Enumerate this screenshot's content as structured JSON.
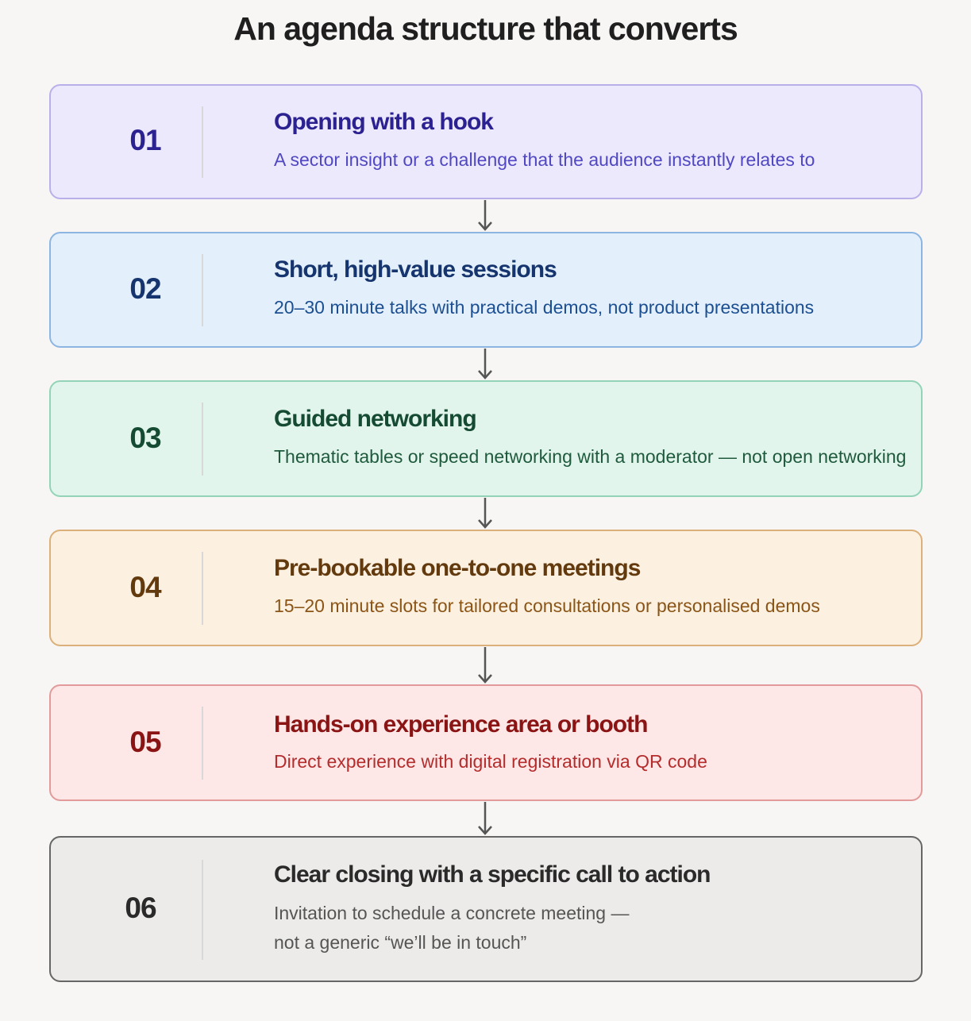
{
  "title": "An agenda structure that converts",
  "steps": [
    {
      "number": "01",
      "heading": "Opening with a hook",
      "description": "A sector insight or a challenge that the audience instantly relates to"
    },
    {
      "number": "02",
      "heading": "Short, high-value sessions",
      "description": "20–30 minute talks with practical demos, not product presentations"
    },
    {
      "number": "03",
      "heading": "Guided networking",
      "description": "Thematic tables or speed networking with a moderator — not open networking"
    },
    {
      "number": "04",
      "heading": "Pre-bookable one-to-one meetings",
      "description": "15–20 minute slots for tailored consultations or personalised demos"
    },
    {
      "number": "05",
      "heading": "Hands-on experience area or booth",
      "description": "Direct experience with digital registration via QR code"
    },
    {
      "number": "06",
      "heading": "Clear closing with a specific call to action",
      "description_line1": "Invitation to schedule a concrete meeting —",
      "description_line2": "not a generic “we’ll be in touch”"
    }
  ],
  "colors": {
    "background": "#f7f6f4",
    "step1": {
      "fill": "#ece9fd",
      "border": "#b9b0ea",
      "accent": "#2c2190",
      "text": "#5048c2"
    },
    "step2": {
      "fill": "#e3f0fc",
      "border": "#8cb5e2",
      "accent": "#16356e",
      "text": "#1c4f92"
    },
    "step3": {
      "fill": "#e1f5ec",
      "border": "#93d3b8",
      "accent": "#154a33",
      "text": "#1f5a3d"
    },
    "step4": {
      "fill": "#fcf0e0",
      "border": "#dcb07a",
      "accent": "#633a0e",
      "text": "#8a5517"
    },
    "step5": {
      "fill": "#fde7e7",
      "border": "#e29a9a",
      "accent": "#8a1414",
      "text": "#b52c2c"
    },
    "step6": {
      "fill": "#ecebe9",
      "border": "#666666",
      "accent": "#2a2a2a",
      "text": "#555555"
    },
    "arrow": "#555555"
  },
  "icons": [
    "arrow-down-icon"
  ]
}
